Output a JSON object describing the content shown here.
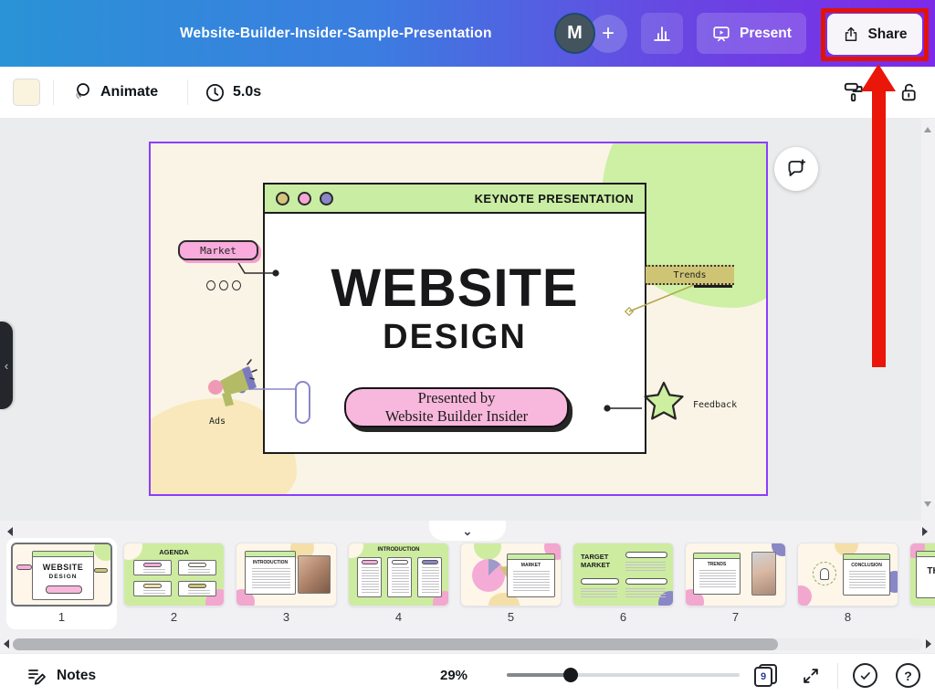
{
  "top_bar": {
    "title": "Website-Builder-Insider-Sample-Presentation",
    "avatar_initial": "M",
    "add_label": "+",
    "present_label": "Present",
    "share_label": "Share"
  },
  "toolbar": {
    "animate_label": "Animate",
    "duration": "5.0s"
  },
  "canvas": {
    "slide": {
      "window_title": "KEYNOTE PRESENTATION",
      "heading_line1": "WEBSITE",
      "heading_line2": "DESIGN",
      "subtitle_line1": "Presented by",
      "subtitle_line2": "Website Builder Insider",
      "label_market": "Market",
      "label_trends": "Trends",
      "label_ads": "Ads",
      "label_feedback": "Feedback"
    }
  },
  "filmstrip": {
    "thumbnails": [
      {
        "number": "1",
        "title": "WEBSITE",
        "subtitle": "DESIGN",
        "selected": true
      },
      {
        "number": "2",
        "title": "AGENDA"
      },
      {
        "number": "3",
        "title": "INTRODUCTION"
      },
      {
        "number": "4",
        "title": "INTRODUCTION"
      },
      {
        "number": "5",
        "title": "MARKET"
      },
      {
        "number": "6",
        "title": "TARGET MARKET"
      },
      {
        "number": "7",
        "title": "TRENDS"
      },
      {
        "number": "8",
        "title": "CONCLUSION"
      },
      {
        "number": "",
        "title": "THANK YOU"
      }
    ]
  },
  "bottom_bar": {
    "notes_label": "Notes",
    "zoom_percent": "29%",
    "page_count": "9"
  },
  "colors": {
    "annotation_red": "#e31208",
    "selection_purple": "#8b3dff",
    "topbar_gradient_left": "#2a93d6",
    "topbar_gradient_right": "#7d2ae8"
  },
  "glyphs": {
    "sidebar_collapse": "‹",
    "filmstrip_collapse": "⌄",
    "question_mark": "?"
  }
}
